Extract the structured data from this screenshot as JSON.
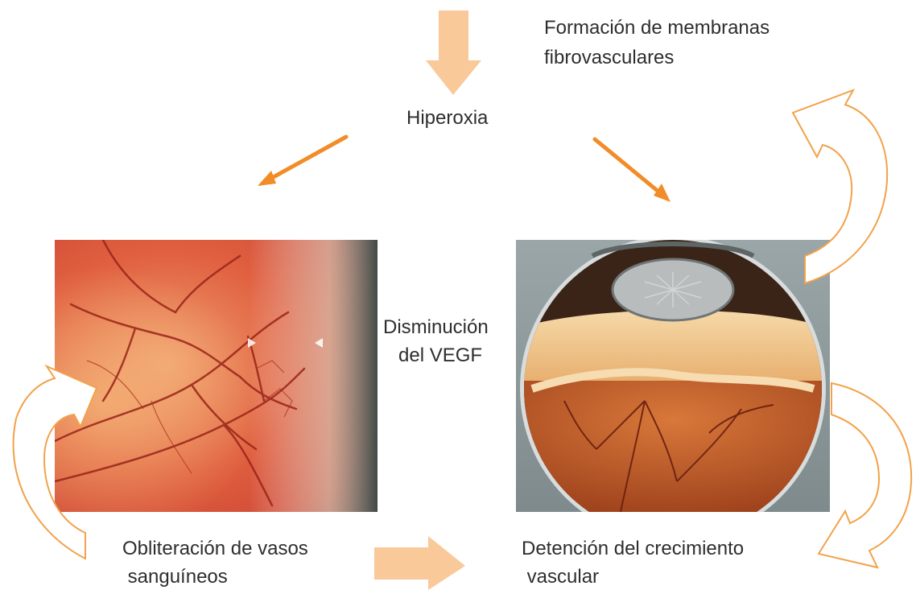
{
  "labels": {
    "top_right_line1": "Formación de membranas",
    "top_right_line2": "fibrovasculares",
    "center_top": "Hiperoxia",
    "middle_line1": "Disminución",
    "middle_line2": "del VEGF",
    "bottom_left_line1": "Obliteración de vasos",
    "bottom_left_line2": " sanguíneos",
    "bottom_right_line1": "Detención del crecimiento",
    "bottom_right_line2": " vascular"
  },
  "colors": {
    "arrow_orange": "#F28C28",
    "block_arrow_peach": "#F9C99A",
    "curved_arrow_stroke": "#F2A24A",
    "curved_arrow_fill": "#FFFFFF"
  }
}
